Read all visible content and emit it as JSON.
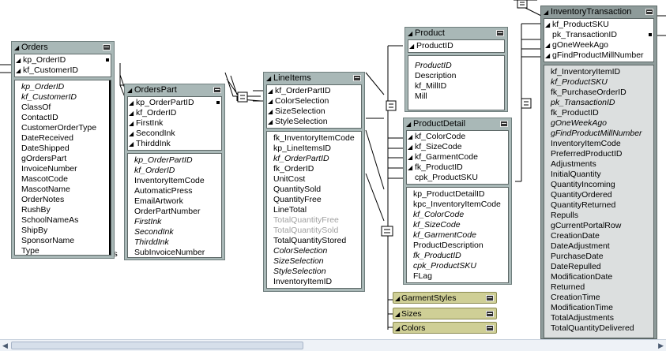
{
  "tables": {
    "orders": {
      "name": "Orders",
      "keys": [
        "kp_OrderID",
        "kf_CustomerID"
      ],
      "fields": [
        "kp_OrderID",
        "kf_CustomerID",
        "ClassOf",
        "ContactID",
        "CustomerOrderType",
        "DateReceived",
        "DateShipped",
        "gOrdersPart",
        "InvoiceNumber",
        "MascotCode",
        "MascotName",
        "OrderNotes",
        "RushBy",
        "SchoolNameAs",
        "ShipBy",
        "SponsorName",
        "Type"
      ]
    },
    "orders_part": {
      "name": "OrdersPart",
      "keys": [
        "kp_OrderPartID",
        "kf_OrderID",
        "FirstInk",
        "SecondInk",
        "ThirddInk"
      ],
      "fields": [
        "kp_OrderPartID",
        "kf_OrderID",
        "InventoryItemCode",
        "AutomaticPress",
        "EmailArtwork",
        "OrderPartNumber",
        "FirstInk",
        "SecondInk",
        "ThirddInk",
        "SubInvoiceNumber"
      ]
    },
    "line_items": {
      "name": "LineItems",
      "keys": [
        "kf_OrderPartID",
        "ColorSelection",
        "SizeSelection",
        "StyleSelection"
      ],
      "fields": [
        "fk_InventoryItemCode",
        "kp_LineItemsID",
        "kf_OrderPartID",
        "fk_OrderID",
        "UnitCost",
        "QuantitySold",
        "QuantityFree",
        "LineTotal",
        "TotalQuantityFree",
        "TotalQuantitySold",
        "TotalQuantityStored",
        "ColorSelection",
        "SizeSelection",
        "StyleSelection",
        "InventoryItemID"
      ]
    },
    "product": {
      "name": "Product",
      "keys": [
        "ProductID"
      ],
      "fields": [
        "ProductID",
        "Description",
        "kf_MillID",
        "Mill"
      ]
    },
    "product_detail": {
      "name": "ProductDetail",
      "keys": [
        "kf_ColorCode",
        "kf_SizeCode",
        "kf_GarmentCode",
        "fk_ProductID",
        "cpk_ProductSKU"
      ],
      "fields": [
        "kp_ProductDetailID",
        "kpc_InventoryItemCode",
        "kf_ColorCode",
        "kf_SizeCode",
        "kf_GarmentCode",
        "ProductDescription",
        "fk_ProductID",
        "cpk_ProductSKU",
        "FLag"
      ]
    },
    "inventory_transaction": {
      "name": "InventoryTransaction",
      "keys": [
        "kf_ProductSKU",
        "pk_TransactionID",
        "gOneWeekAgo",
        "gFindProductMillNumber"
      ],
      "fields": [
        "kf_InventoryItemID",
        "kf_ProductSKU",
        "fk_PurchaseOrderID",
        "pk_TransactionID",
        "fk_ProductID",
        "gOneWeekAgo",
        "gFindProductMillNumber",
        "InventoryItemCode",
        "PreferredProductID",
        "Adjustments",
        "InitialQuantity",
        "QuantityIncoming",
        "QuantityOrdered",
        "QuantityReturned",
        "Repulls",
        "gCurrentPortalRow",
        "CreationDate",
        "DateAdjustment",
        "PurchaseDate",
        "DateRepulled",
        "ModificationDate",
        "Returned",
        "CreationTime",
        "ModificationTime",
        "TotalAdjustments",
        "TotalQuantityDelivered"
      ]
    }
  },
  "collapsed": {
    "garment_styles": "GarmentStyles",
    "sizes": "Sizes",
    "colors": "Colors"
  },
  "fragments": {
    "behind_text": "rs"
  }
}
